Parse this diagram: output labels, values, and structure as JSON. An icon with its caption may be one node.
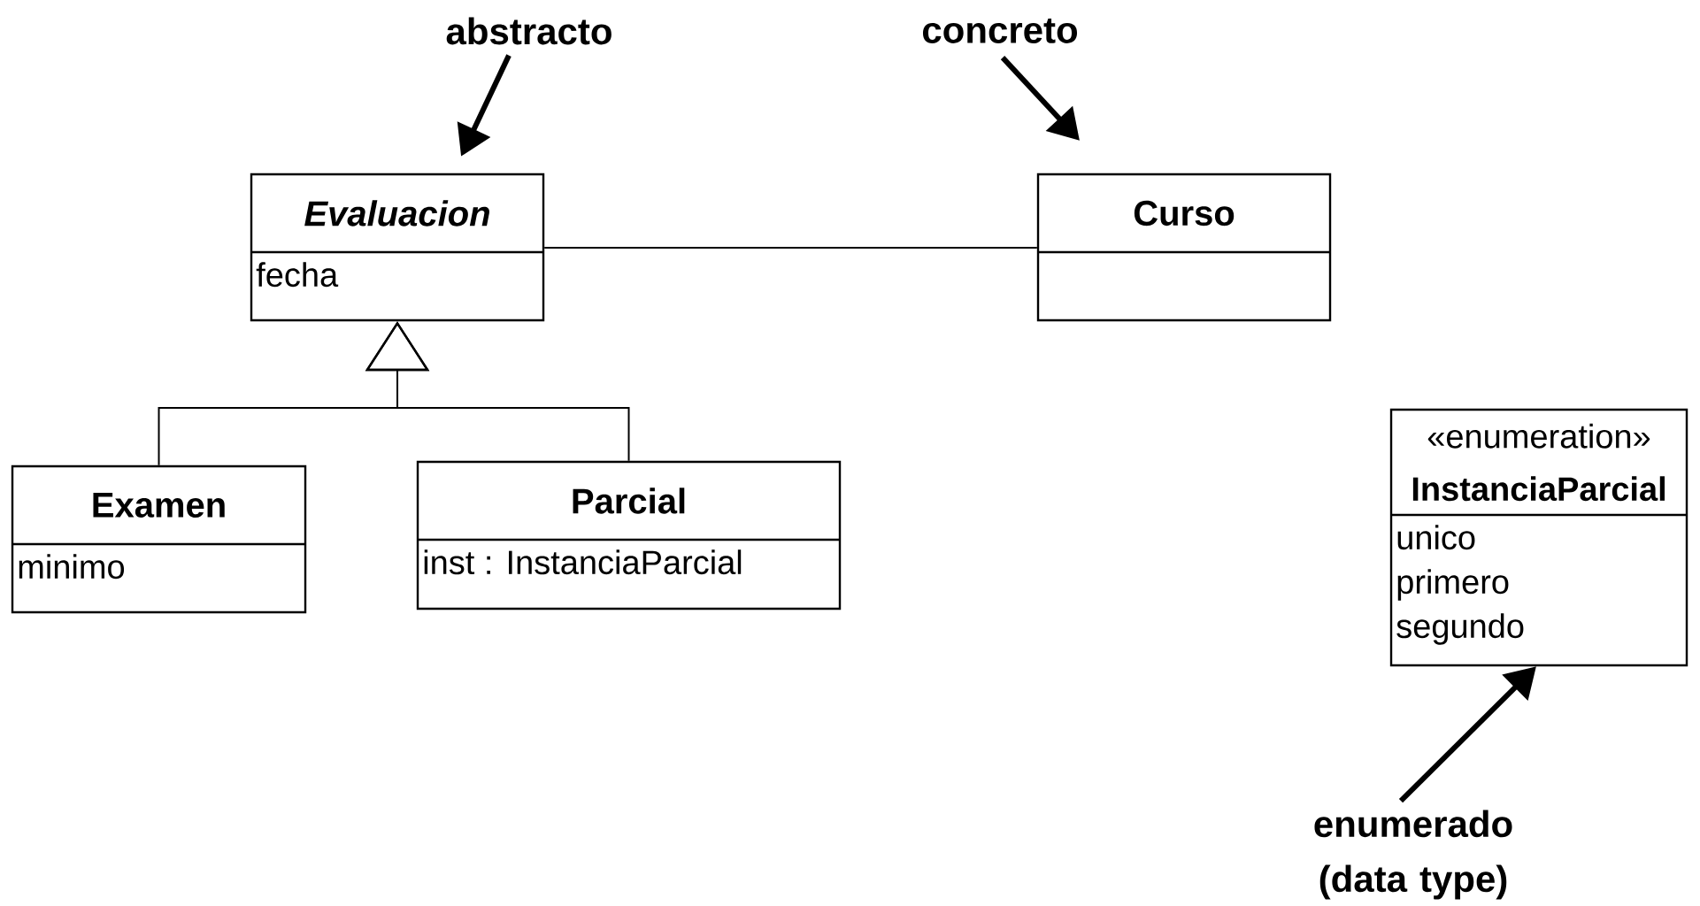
{
  "diagram": {
    "nodes": [
      {
        "text": [
          "Evaluacion",
          "fecha"
        ]
      },
      {
        "text": [
          "Curso"
        ]
      },
      {
        "text": [
          "Examen",
          "minimo"
        ]
      },
      {
        "text": [
          "Parcial",
          "inst : InstanciaParcial"
        ]
      },
      {
        "text": [
          "«enumeration»",
          "InstanciaParcial",
          "unico",
          "primero",
          "segundo"
        ]
      },
      {
        "text": [
          "abstracto"
        ]
      },
      {
        "text": [
          "concreto"
        ]
      },
      {
        "text": [
          "enumerado (data type)"
        ]
      }
    ],
    "edges": [
      {
        "from": 0,
        "to": 1,
        "arrow": "none"
      },
      {
        "from": 2,
        "to": 0,
        "arrow": "to"
      },
      {
        "from": 3,
        "to": 0,
        "arrow": "to"
      },
      {
        "from": 5,
        "to": 0,
        "arrow": "to",
        "style": "thick"
      },
      {
        "from": 6,
        "to": 1,
        "arrow": "to",
        "style": "thick"
      },
      {
        "from": 7,
        "to": 4,
        "arrow": "to",
        "style": "thick"
      }
    ]
  }
}
